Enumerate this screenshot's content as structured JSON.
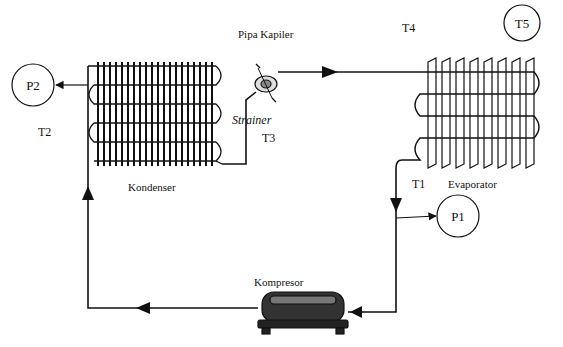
{
  "diagram": {
    "nodes": [
      {
        "text": [
          "T5"
        ]
      },
      {
        "text": [
          "P2"
        ]
      },
      {
        "text": [
          "P1"
        ]
      }
    ],
    "labels": [
      "Pipa Kapiler",
      "Strainer",
      "T3",
      "T4",
      "Kondenser",
      "T2",
      "T1",
      "Evaporator",
      "Kompresor"
    ]
  }
}
